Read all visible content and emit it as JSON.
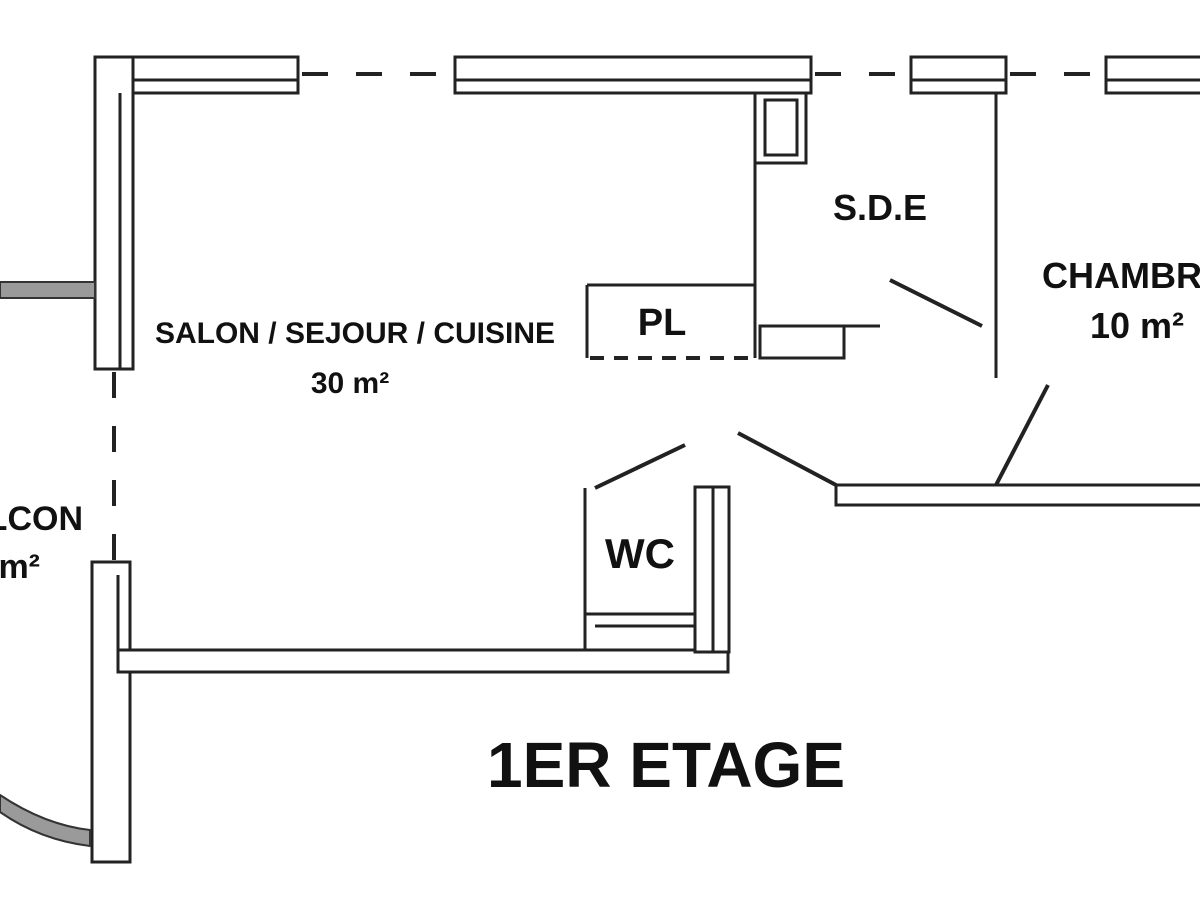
{
  "plan": {
    "title": "1ER ETAGE",
    "rooms": {
      "salon": {
        "name": "SALON / SEJOUR / CUISINE",
        "area": "30 m²"
      },
      "sde": {
        "name": "S.D.E"
      },
      "chambre": {
        "name": "CHAMBRE",
        "area": "10 m²"
      },
      "pl": {
        "name": "PL"
      },
      "wc": {
        "name": "WC"
      },
      "balcon": {
        "name": "BALCON",
        "area": "m²"
      }
    }
  },
  "colors": {
    "line": "#222222",
    "background": "#ffffff",
    "balcony_rail": "#9a9a9a"
  }
}
